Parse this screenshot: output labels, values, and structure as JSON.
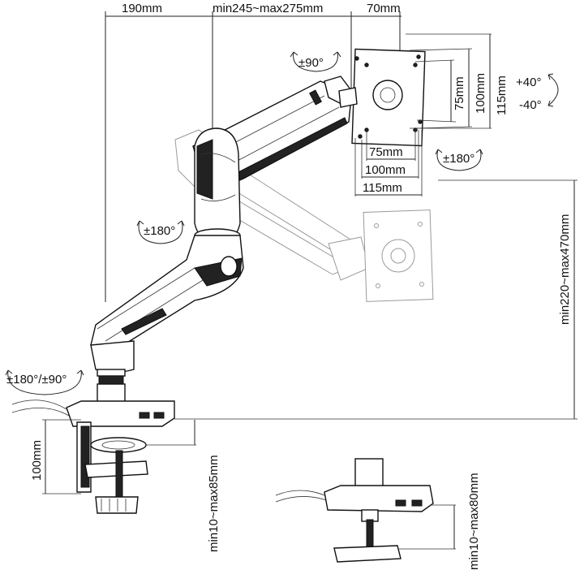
{
  "dimensions": {
    "base_offset": "190mm",
    "arm_length": "min245~max275mm",
    "head_depth": "70mm",
    "vesa_h_75": "75mm",
    "vesa_h_100": "100mm",
    "vesa_h_115": "115mm",
    "vesa_v_75": "75mm",
    "vesa_v_100": "100mm",
    "vesa_v_115": "115mm",
    "height_range": "min220~max470mm",
    "clamp_height": "100mm",
    "clamp_range": "min10~max85mm",
    "grommet_range": "min10~max80mm"
  },
  "rotations": {
    "head_rotate": "±90°",
    "tilt_up": "+40°",
    "tilt_down": "-40°",
    "swivel": "±180°",
    "elbow": "±180°",
    "base": "±180°/±90°"
  }
}
